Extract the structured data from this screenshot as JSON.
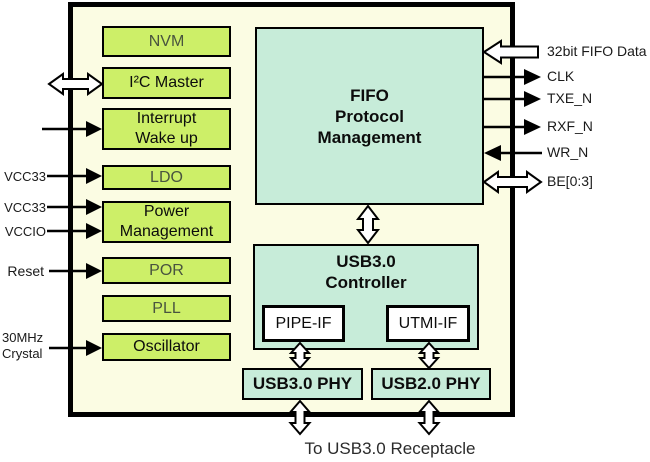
{
  "colors": {
    "chip_background": "#fbfce3",
    "block_green": "#cdef68",
    "block_teal": "#c7ecd9",
    "outline": "#000000"
  },
  "blocks": {
    "nvm": "NVM",
    "i2c": "I²C Master",
    "interrupt": "Interrupt\nWake up",
    "ldo": "LDO",
    "power": "Power\nManagement",
    "por": "POR",
    "pll": "PLL",
    "osc": "Oscillator",
    "fifo": "FIFO\nProtocol\nManagement",
    "usb3_controller": "USB3.0\nController",
    "pipe_if": "PIPE-IF",
    "utmi_if": "UTMI-IF",
    "usb3_phy": "USB3.0 PHY",
    "usb2_phy": "USB2.0 PHY"
  },
  "signals": {
    "left": {
      "vcc33_ldo": "VCC33",
      "vcc33_pm": "VCC33",
      "vccio": "VCCIO",
      "reset": "Reset",
      "crystal": "30MHz\nCrystal"
    },
    "right": {
      "fifo_data": "32bit FIFO Data",
      "clk": "CLK",
      "txe": "TXE_N",
      "rxf": "RXF_N",
      "wr": "WR_N",
      "be": "BE[0:3]"
    }
  },
  "footer": {
    "receptacle": "To USB3.0 Receptacle"
  }
}
